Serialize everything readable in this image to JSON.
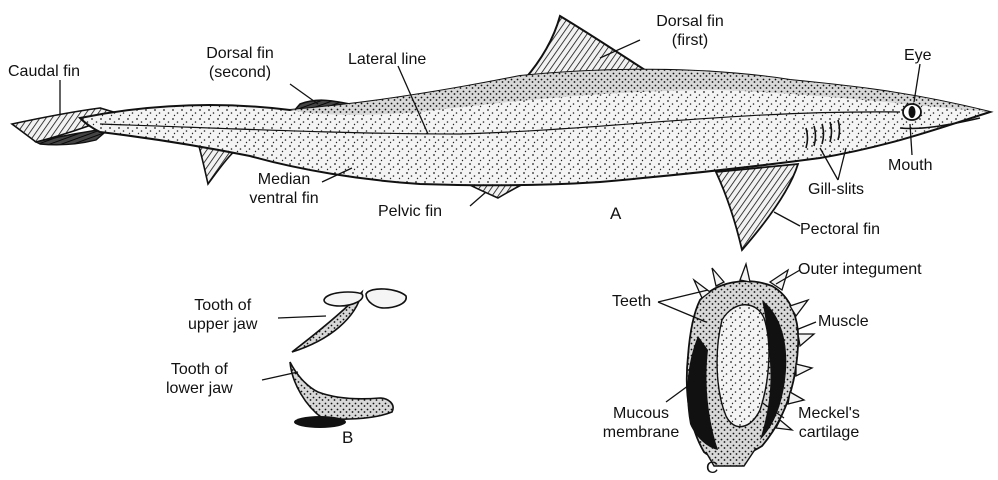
{
  "panels": {
    "shark": {
      "letter": "A",
      "labels": {
        "caudal_fin": "Caudal fin",
        "dorsal_second": [
          "Dorsal fin",
          "(second)"
        ],
        "lateral_line": "Lateral line",
        "dorsal_first": [
          "Dorsal fin",
          "(first)"
        ],
        "eye": "Eye",
        "mouth": "Mouth",
        "gill_slits": "Gill-slits",
        "median_ventral": [
          "Median",
          "ventral fin"
        ],
        "pelvic_fin": "Pelvic fin",
        "pectoral_fin": "Pectoral fin"
      }
    },
    "teeth": {
      "letter": "B",
      "labels": {
        "upper": [
          "Tooth of",
          "upper jaw"
        ],
        "lower": [
          "Tooth of",
          "lower jaw"
        ]
      }
    },
    "section": {
      "letter": "C",
      "labels": {
        "teeth": "Teeth",
        "outer_integument": "Outer integument",
        "muscle": "Muscle",
        "mucous_membrane": [
          "Mucous",
          "membrane"
        ],
        "meckels_cartilage": [
          "Meckel's",
          "cartilage"
        ]
      }
    }
  }
}
